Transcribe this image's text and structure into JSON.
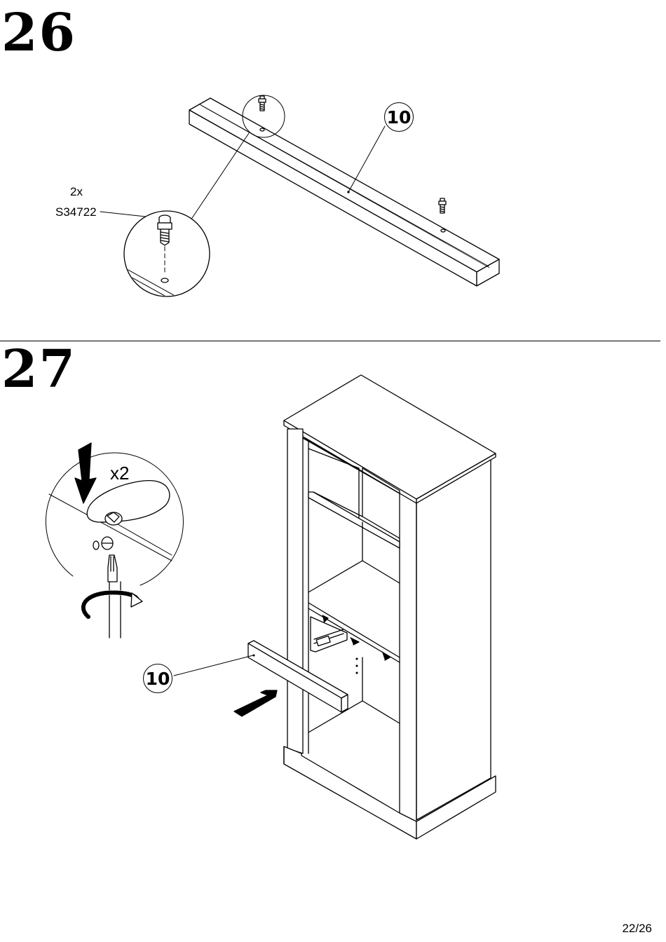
{
  "steps": [
    {
      "number": "26",
      "part_callout": "10",
      "hardware_qty": "2x",
      "hardware_code": "S34722"
    },
    {
      "number": "27",
      "part_callout": "10",
      "repeat_count": "x2"
    }
  ],
  "footer": {
    "page_number": "22/26"
  },
  "icons": [
    "down-arrow-icon",
    "rotate-clockwise-arrow-icon",
    "push-direction-arrow-icon",
    "screwdriver-icon"
  ]
}
